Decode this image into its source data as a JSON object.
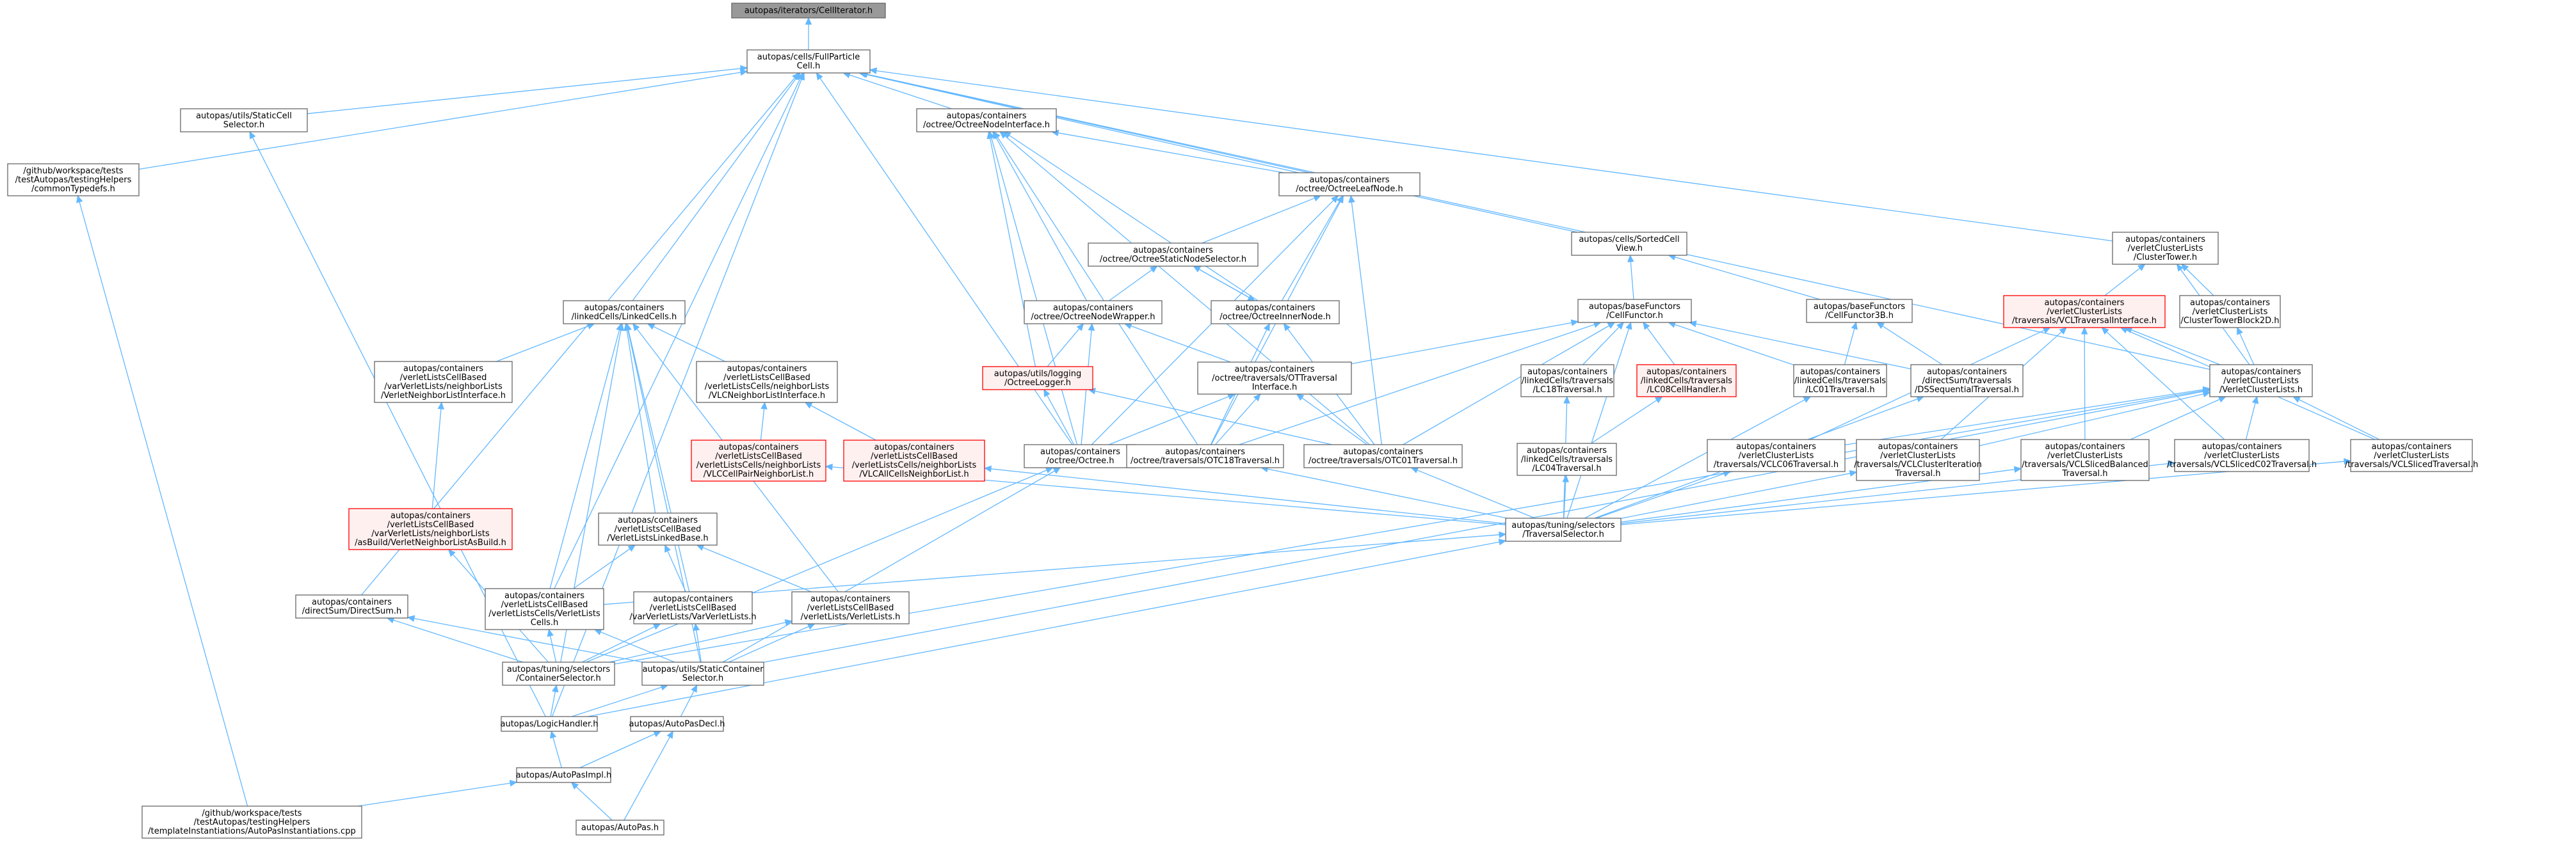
{
  "diagram": {
    "type": "include-dependency-graph",
    "colors": {
      "edge": "#63b8ff",
      "border": "#666666",
      "root_fill": "#999999",
      "highlight_border": "#ff0000",
      "highlight_fill": "#fff0f0"
    },
    "nodes": [
      {
        "id": "celliter",
        "lines": [
          "autopas/iterators/CellIterator.h"
        ],
        "style": "root"
      },
      {
        "id": "fpcell",
        "lines": [
          "autopas/cells/FullParticle",
          "Cell.h"
        ]
      },
      {
        "id": "staticcell",
        "lines": [
          "autopas/utils/StaticCell",
          "Selector.h"
        ]
      },
      {
        "id": "commontypedefs",
        "lines": [
          "/github/workspace/tests",
          "/testAutopas/testingHelpers",
          "/commonTypedefs.h"
        ]
      },
      {
        "id": "octnodeiface",
        "lines": [
          "autopas/containers",
          "/octree/OctreeNodeInterface.h"
        ]
      },
      {
        "id": "octleaf",
        "lines": [
          "autopas/containers",
          "/octree/OctreeLeafNode.h"
        ]
      },
      {
        "id": "octstatic",
        "lines": [
          "autopas/containers",
          "/octree/OctreeStaticNodeSelector.h"
        ]
      },
      {
        "id": "octwrapper",
        "lines": [
          "autopas/containers",
          "/octree/OctreeNodeWrapper.h"
        ]
      },
      {
        "id": "octinner",
        "lines": [
          "autopas/containers",
          "/octree/OctreeInnerNode.h"
        ]
      },
      {
        "id": "octlogger",
        "lines": [
          "autopas/utils/logging",
          "/OctreeLogger.h"
        ],
        "style": "red"
      },
      {
        "id": "ottiface",
        "lines": [
          "autopas/containers",
          "/octree/traversals/OTTraversal",
          "Interface.h"
        ]
      },
      {
        "id": "octree",
        "lines": [
          "autopas/containers",
          "/octree/Octree.h"
        ]
      },
      {
        "id": "otc18",
        "lines": [
          "autopas/containers",
          "/octree/traversals/OTC18Traversal.h"
        ]
      },
      {
        "id": "otc01",
        "lines": [
          "autopas/containers",
          "/octree/traversals/OTC01Traversal.h"
        ]
      },
      {
        "id": "sortedcell",
        "lines": [
          "autopas/cells/SortedCell",
          "View.h"
        ]
      },
      {
        "id": "cellfunctor",
        "lines": [
          "autopas/baseFunctors",
          "/CellFunctor.h"
        ]
      },
      {
        "id": "cellfunctor3b",
        "lines": [
          "autopas/baseFunctors",
          "/CellFunctor3B.h"
        ]
      },
      {
        "id": "lc18",
        "lines": [
          "autopas/containers",
          "/linkedCells/traversals",
          "/LC18Traversal.h"
        ]
      },
      {
        "id": "lc08handler",
        "lines": [
          "autopas/containers",
          "/linkedCells/traversals",
          "/LC08CellHandler.h"
        ],
        "style": "red"
      },
      {
        "id": "lc01",
        "lines": [
          "autopas/containers",
          "/linkedCells/traversals",
          "/LC01Traversal.h"
        ]
      },
      {
        "id": "ds",
        "lines": [
          "autopas/containers",
          "/directSum/traversals",
          "/DSSequentialTraversal.h"
        ]
      },
      {
        "id": "lc04",
        "lines": [
          "autopas/containers",
          "/linkedCells/traversals",
          "/LC04Traversal.h"
        ]
      },
      {
        "id": "clustertower",
        "lines": [
          "autopas/containers",
          "/verletClusterLists",
          "/ClusterTower.h"
        ]
      },
      {
        "id": "vcltiface",
        "lines": [
          "autopas/containers",
          "/verletClusterLists",
          "/traversals/VCLTraversalInterface.h"
        ],
        "style": "red"
      },
      {
        "id": "towerblock",
        "lines": [
          "autopas/containers",
          "/verletClusterLists",
          "/ClusterTowerBlock2D.h"
        ]
      },
      {
        "id": "vcl",
        "lines": [
          "autopas/containers",
          "/verletClusterLists",
          "/VerletClusterLists.h"
        ]
      },
      {
        "id": "vclc06",
        "lines": [
          "autopas/containers",
          "/verletClusterLists",
          "/traversals/VCLC06Traversal.h"
        ]
      },
      {
        "id": "vclciter",
        "lines": [
          "autopas/containers",
          "/verletClusterLists",
          "/traversals/VCLClusterIteration",
          "Traversal.h"
        ]
      },
      {
        "id": "vclsb",
        "lines": [
          "autopas/containers",
          "/verletClusterLists",
          "/traversals/VCLSlicedBalanced",
          "Traversal.h"
        ]
      },
      {
        "id": "vclsc02",
        "lines": [
          "autopas/containers",
          "/verletClusterLists",
          "/traversals/VCLSlicedC02Traversal.h"
        ]
      },
      {
        "id": "vclsliced",
        "lines": [
          "autopas/containers",
          "/verletClusterLists",
          "/traversals/VCLSlicedTraversal.h"
        ]
      },
      {
        "id": "traversalsel",
        "lines": [
          "autopas/tuning/selectors",
          "/TraversalSelector.h"
        ]
      },
      {
        "id": "linkedcells",
        "lines": [
          "autopas/containers",
          "/linkedCells/LinkedCells.h"
        ]
      },
      {
        "id": "vnliface",
        "lines": [
          "autopas/containers",
          "/verletListsCellBased",
          "/varVerletLists/neighborLists",
          "/VerletNeighborListInterface.h"
        ]
      },
      {
        "id": "vlcnliface",
        "lines": [
          "autopas/containers",
          "/verletListsCellBased",
          "/verletListsCells/neighborLists",
          "/VLCNeighborListInterface.h"
        ]
      },
      {
        "id": "vlccellpair",
        "lines": [
          "autopas/containers",
          "/verletListsCellBased",
          "/verletListsCells/neighborLists",
          "/VLCCellPairNeighborList.h"
        ],
        "style": "red"
      },
      {
        "id": "vlcall",
        "lines": [
          "autopas/containers",
          "/verletListsCellBased",
          "/verletListsCells/neighborLists",
          "/VLCAllCellsNeighborList.h"
        ],
        "style": "red"
      },
      {
        "id": "asbuild",
        "lines": [
          "autopas/containers",
          "/verletListsCellBased",
          "/varVerletLists/neighborLists",
          "/asBuild/VerletNeighborListAsBuild.h"
        ],
        "style": "red"
      },
      {
        "id": "vllinkedbase",
        "lines": [
          "autopas/containers",
          "/verletListsCellBased",
          "/VerletListsLinkedBase.h"
        ]
      },
      {
        "id": "directsum",
        "lines": [
          "autopas/containers",
          "/directSum/DirectSum.h"
        ]
      },
      {
        "id": "vlcells",
        "lines": [
          "autopas/containers",
          "/verletListsCellBased",
          "/verletListsCells/VerletLists",
          "Cells.h"
        ]
      },
      {
        "id": "varverlet",
        "lines": [
          "autopas/containers",
          "/verletListsCellBased",
          "/varVerletLists/VarVerletLists.h"
        ]
      },
      {
        "id": "verletlists",
        "lines": [
          "autopas/containers",
          "/verletListsCellBased",
          "/verletLists/VerletLists.h"
        ]
      },
      {
        "id": "contsel",
        "lines": [
          "autopas/tuning/selectors",
          "/ContainerSelector.h"
        ]
      },
      {
        "id": "staticcont",
        "lines": [
          "autopas/utils/StaticContainer",
          "Selector.h"
        ]
      },
      {
        "id": "logichandler",
        "lines": [
          "autopas/LogicHandler.h"
        ]
      },
      {
        "id": "autopasdecl",
        "lines": [
          "autopas/AutoPasDecl.h"
        ]
      },
      {
        "id": "autopasimpl",
        "lines": [
          "autopas/AutoPasImpl.h"
        ]
      },
      {
        "id": "autopas",
        "lines": [
          "autopas/AutoPas.h"
        ]
      },
      {
        "id": "instantiations",
        "lines": [
          "/github/workspace/tests",
          "/testAutopas/testingHelpers",
          "/templateInstantiations/AutoPasInstantiations.cpp"
        ]
      }
    ],
    "edges": [
      [
        "fpcell",
        "celliter"
      ],
      [
        "staticcell",
        "fpcell"
      ],
      [
        "commontypedefs",
        "fpcell"
      ],
      [
        "octnodeiface",
        "fpcell"
      ],
      [
        "octleaf",
        "fpcell"
      ],
      [
        "sortedcell",
        "fpcell"
      ],
      [
        "clustertower",
        "fpcell"
      ],
      [
        "vcl",
        "fpcell"
      ],
      [
        "linkedcells",
        "fpcell"
      ],
      [
        "directsum",
        "fpcell"
      ],
      [
        "octree",
        "fpcell"
      ],
      [
        "logichandler",
        "fpcell"
      ],
      [
        "vlcells",
        "fpcell"
      ],
      [
        "octleaf",
        "octnodeiface"
      ],
      [
        "octstatic",
        "octleaf"
      ],
      [
        "octwrapper",
        "octnodeiface"
      ],
      [
        "octinner",
        "octnodeiface"
      ],
      [
        "octinner",
        "octleaf"
      ],
      [
        "octlogger",
        "octnodeiface"
      ],
      [
        "octree",
        "octnodeiface"
      ],
      [
        "otc18",
        "octnodeiface"
      ],
      [
        "otc01",
        "octnodeiface"
      ],
      [
        "octwrapper",
        "octstatic"
      ],
      [
        "octinner",
        "octstatic"
      ],
      [
        "octstatic",
        "octinner"
      ],
      [
        "octlogger",
        "octwrapper"
      ],
      [
        "octree",
        "octwrapper"
      ],
      [
        "ottiface",
        "octwrapper"
      ],
      [
        "otc18",
        "octinner"
      ],
      [
        "otc01",
        "octinner"
      ],
      [
        "octree",
        "octlogger"
      ],
      [
        "otc01",
        "octlogger"
      ],
      [
        "octree",
        "ottiface"
      ],
      [
        "otc18",
        "ottiface"
      ],
      [
        "otc01",
        "ottiface"
      ],
      [
        "otc18",
        "octleaf"
      ],
      [
        "otc01",
        "octleaf"
      ],
      [
        "octree",
        "octleaf"
      ],
      [
        "cellfunctor",
        "sortedcell"
      ],
      [
        "cellfunctor3b",
        "sortedcell"
      ],
      [
        "otc18",
        "cellfunctor"
      ],
      [
        "otc01",
        "cellfunctor"
      ],
      [
        "lc18",
        "cellfunctor"
      ],
      [
        "lc08handler",
        "cellfunctor"
      ],
      [
        "lc01",
        "cellfunctor"
      ],
      [
        "ds",
        "cellfunctor"
      ],
      [
        "ottiface",
        "cellfunctor"
      ],
      [
        "traversalsel",
        "cellfunctor"
      ],
      [
        "lc01",
        "cellfunctor3b"
      ],
      [
        "ds",
        "cellfunctor3b"
      ],
      [
        "lc04",
        "lc08handler"
      ],
      [
        "traversalsel",
        "lc18"
      ],
      [
        "traversalsel",
        "lc04"
      ],
      [
        "traversalsel",
        "lc01"
      ],
      [
        "traversalsel",
        "ds"
      ],
      [
        "traversalsel",
        "otc01"
      ],
      [
        "traversalsel",
        "otc18"
      ],
      [
        "vcltiface",
        "clustertower"
      ],
      [
        "towerblock",
        "clustertower"
      ],
      [
        "vcl",
        "clustertower"
      ],
      [
        "vcl",
        "towerblock"
      ],
      [
        "vcl",
        "vcltiface"
      ],
      [
        "vclc06",
        "vcltiface"
      ],
      [
        "vclciter",
        "vcltiface"
      ],
      [
        "vclsb",
        "vcltiface"
      ],
      [
        "vclsc02",
        "vcltiface"
      ],
      [
        "vclsliced",
        "vcltiface"
      ],
      [
        "vclc06",
        "vcl"
      ],
      [
        "vclciter",
        "vcl"
      ],
      [
        "vclsb",
        "vcl"
      ],
      [
        "vclsc02",
        "vcl"
      ],
      [
        "vclsliced",
        "vcl"
      ],
      [
        "traversalsel",
        "vclc06"
      ],
      [
        "traversalsel",
        "vclciter"
      ],
      [
        "traversalsel",
        "vclsb"
      ],
      [
        "traversalsel",
        "vclsc02"
      ],
      [
        "traversalsel",
        "vclsliced"
      ],
      [
        "vnliface",
        "linkedcells"
      ],
      [
        "vlcnliface",
        "linkedcells"
      ],
      [
        "vlccellpair",
        "vlcnliface"
      ],
      [
        "vlcall",
        "vlcnliface"
      ],
      [
        "asbuild",
        "vnliface"
      ],
      [
        "vllinkedbase",
        "linkedcells"
      ],
      [
        "vlcells",
        "linkedcells"
      ],
      [
        "varverlet",
        "linkedcells"
      ],
      [
        "verletlists",
        "linkedcells"
      ],
      [
        "traversalsel",
        "vlccellpair"
      ],
      [
        "traversalsel",
        "vlcall"
      ],
      [
        "vlcells",
        "vllinkedbase"
      ],
      [
        "varverlet",
        "vllinkedbase"
      ],
      [
        "verletlists",
        "vllinkedbase"
      ],
      [
        "vlcells",
        "traversalsel"
      ],
      [
        "contsel",
        "linkedcells"
      ],
      [
        "contsel",
        "directsum"
      ],
      [
        "contsel",
        "vlcells"
      ],
      [
        "contsel",
        "varverlet"
      ],
      [
        "contsel",
        "verletlists"
      ],
      [
        "contsel",
        "octree"
      ],
      [
        "contsel",
        "vcl"
      ],
      [
        "contsel",
        "asbuild"
      ],
      [
        "staticcont",
        "directsum"
      ],
      [
        "staticcont",
        "vlcells"
      ],
      [
        "staticcont",
        "varverlet"
      ],
      [
        "staticcont",
        "verletlists"
      ],
      [
        "staticcont",
        "octree"
      ],
      [
        "staticcont",
        "vcl"
      ],
      [
        "staticcont",
        "linkedcells"
      ],
      [
        "logichandler",
        "contsel"
      ],
      [
        "logichandler",
        "staticcont"
      ],
      [
        "logichandler",
        "staticcell"
      ],
      [
        "logichandler",
        "traversalsel"
      ],
      [
        "autopasdecl",
        "staticcont"
      ],
      [
        "autopasimpl",
        "logichandler"
      ],
      [
        "autopasimpl",
        "autopasdecl"
      ],
      [
        "autopas",
        "autopasimpl"
      ],
      [
        "autopas",
        "autopasdecl"
      ],
      [
        "instantiations",
        "autopasimpl"
      ],
      [
        "instantiations",
        "commontypedefs"
      ]
    ]
  }
}
